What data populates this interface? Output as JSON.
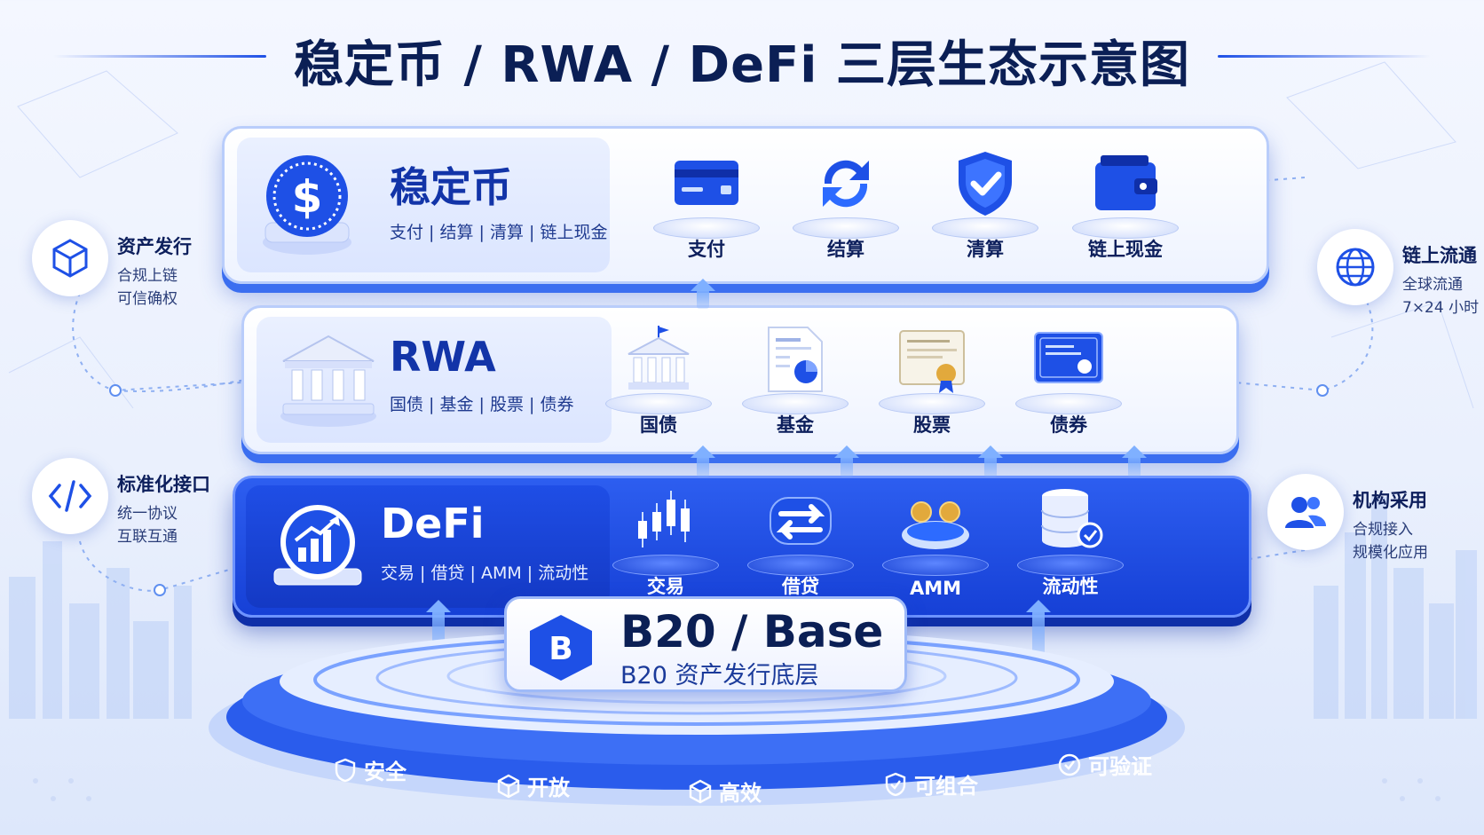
{
  "title": "稳定币 / RWA / DeFi 三层生态示意图",
  "layers": {
    "stablecoin": {
      "name": "稳定币",
      "subtitle": "支付 | 结算 | 清算 | 链上现金",
      "items": [
        "支付",
        "结算",
        "清算",
        "链上现金"
      ]
    },
    "rwa": {
      "name": "RWA",
      "subtitle": "国债 | 基金 | 股票 | 债券",
      "items": [
        "国债",
        "基金",
        "股票",
        "债券"
      ]
    },
    "defi": {
      "name": "DeFi",
      "subtitle": "交易 | 借贷 | AMM | 流动性",
      "items": [
        "交易",
        "借贷",
        "AMM",
        "流动性"
      ]
    }
  },
  "base": {
    "title": "B20 / Base",
    "subtitle": "B20 资产发行底层",
    "logo_letter": "B",
    "features": [
      "安全",
      "开放",
      "高效",
      "可组合",
      "可验证"
    ]
  },
  "side": {
    "left": [
      {
        "title": "资产发行",
        "line1": "合规上链",
        "line2": "可信确权",
        "icon": "cube-icon"
      },
      {
        "title": "标准化接口",
        "line1": "统一协议",
        "line2": "互联互通",
        "icon": "code-icon"
      }
    ],
    "right": [
      {
        "title": "链上流通",
        "line1": "全球流通",
        "line2": "7×24 小时",
        "icon": "globe-icon"
      },
      {
        "title": "机构采用",
        "line1": "合规接入",
        "line2": "规模化应用",
        "icon": "users-icon"
      }
    ]
  },
  "colors": {
    "primary": "#1e50e6",
    "dark": "#0b1f55",
    "light_bg": "#eef3ff"
  }
}
